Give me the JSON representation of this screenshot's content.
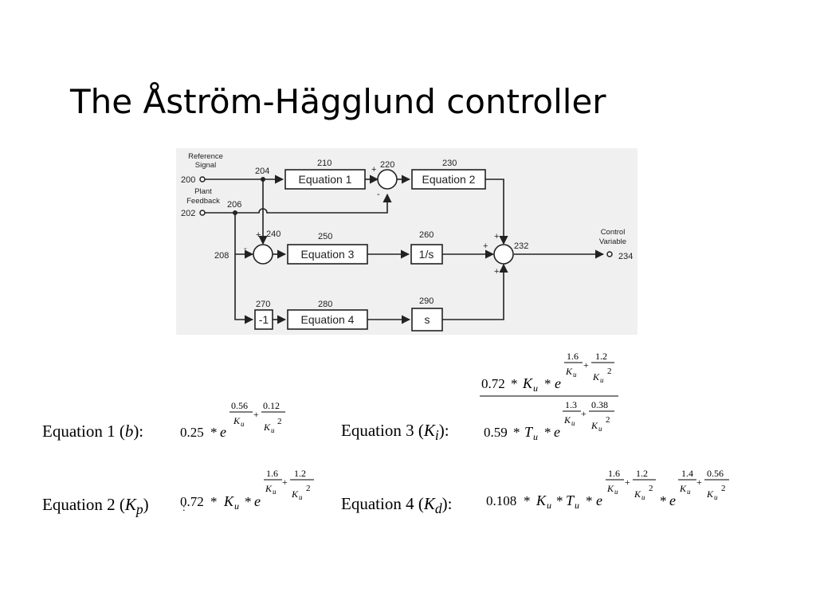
{
  "slide": {
    "title": "The Åström-Hägglund controller"
  },
  "diagram": {
    "labels": {
      "reference_signal": [
        "Reference",
        "Signal"
      ],
      "plant_feedback": [
        "Plant",
        "Feedback"
      ],
      "control_variable": [
        "Control",
        "Variable"
      ]
    },
    "node_numbers": {
      "n200": "200",
      "n202": "202",
      "n204": "204",
      "n206": "206",
      "n208": "208",
      "n210": "210",
      "n220": "220",
      "n230": "230",
      "n232": "232",
      "n234": "234",
      "n240": "240",
      "n250": "250",
      "n260": "260",
      "n270": "270",
      "n280": "280",
      "n290": "290"
    },
    "blocks": {
      "equation1": "Equation 1",
      "equation2": "Equation 2",
      "equation3": "Equation 3",
      "equation4": "Equation 4",
      "integrator": "1/s",
      "derivative": "s",
      "negate": "-1"
    },
    "signs": {
      "plus": "+",
      "minus": "-"
    }
  },
  "equations": {
    "eq1": {
      "label_pre": "Equation 1 (",
      "symbol": "b",
      "label_post": "):"
    },
    "eq2": {
      "label_pre": "Equation 2 (",
      "symbol": "K",
      "sub": "p",
      "label_post": ")"
    },
    "eq3": {
      "label_pre": "Equation 3 (",
      "symbol": "K",
      "sub": "i",
      "label_post": "):"
    },
    "eq4": {
      "label_pre": "Equation 4 (",
      "symbol": "K",
      "sub": "d",
      "label_post": "):"
    }
  },
  "math": {
    "c025": "0.25",
    "c072": "0.72",
    "c059": "0.59",
    "c0108": "0.108",
    "n056": "0.56",
    "n012": "0.12",
    "n16": "1.6",
    "n12": "1.2",
    "n13": "1.3",
    "n038": "0.38",
    "n14": "1.4",
    "K": "K",
    "u": "u",
    "T": "T",
    "e": "e",
    "two": "2",
    "star": "*",
    "plus": "+",
    "colon": ":"
  }
}
